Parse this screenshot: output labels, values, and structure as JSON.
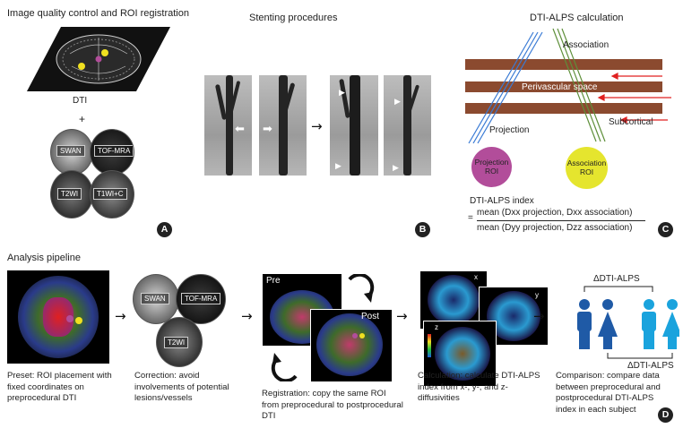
{
  "panelA": {
    "title": "Image quality control and ROI registration",
    "dti_label": "DTI",
    "plus": "+",
    "modalities": [
      "SWAN",
      "TOF-MRA",
      "T2WI",
      "T1WI+C"
    ],
    "badge": "A"
  },
  "panelB": {
    "title": "Stenting procedures",
    "arrow": "→",
    "badge": "B"
  },
  "panelC": {
    "title": "DTI-ALPS calculation",
    "association": "Association",
    "perivascular": "Perivascular space",
    "subcortical": "Subcortical",
    "projection": "Projection",
    "projection_roi": [
      "Projection",
      "ROI"
    ],
    "association_roi": [
      "Association",
      "ROI"
    ],
    "index_label": "DTI-ALPS index",
    "equals": "=",
    "numerator": "mean (Dxx projection, Dxx association)",
    "denominator": "mean (Dyy projection, Dzz association)",
    "badge": "C",
    "colors": {
      "fiber": "#8b4a2f",
      "projection": "#3a7bd5",
      "association": "#5e8f3a",
      "subcortical": "#e02020",
      "proj_roi": "#b24d9a",
      "assoc_roi": "#e5e52e"
    }
  },
  "pipeline": {
    "title": "Analysis pipeline",
    "step_arrow": "→",
    "preset": "Preset: ROI placement with fixed coordinates on preprocedural DTI",
    "correction": "Correction: avoid involvements of potential lesions/vessels",
    "correction_mods": [
      "SWAN",
      "TOF-MRA",
      "T2WI"
    ],
    "registration": "Registration: copy the same ROI from preprocedural to postprocedural DTI",
    "pre": "Pre",
    "post": "Post",
    "calculation": "Calculation: calculate DTI-ALPS index from x-, y-, and z-diffusivities",
    "axes": [
      "x",
      "y",
      "z"
    ],
    "comparison": "Comparison: compare data between preprocedural and postprocedural DTI-ALPS index in each subject",
    "delta_top": "ΔDTI-ALPS",
    "delta_bottom": "ΔDTI-ALPS",
    "badge": "D",
    "colors": {
      "dark_blue": "#1f5aa6",
      "light_blue": "#1aa3dd"
    }
  }
}
